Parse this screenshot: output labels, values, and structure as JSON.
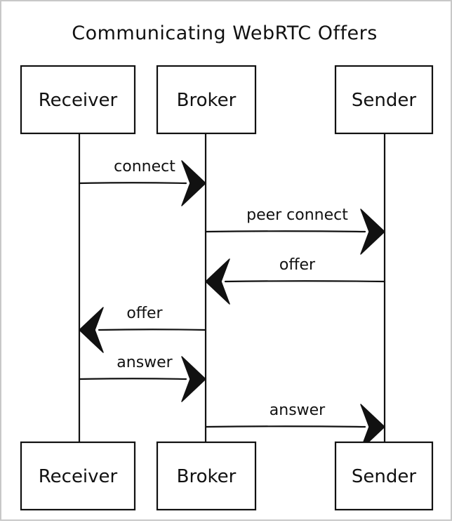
{
  "title": "Communicating WebRTC Offers",
  "actors": [
    {
      "id": "receiver",
      "label": "Receiver"
    },
    {
      "id": "broker",
      "label": "Broker"
    },
    {
      "id": "sender",
      "label": "Sender"
    }
  ],
  "messages": [
    {
      "from": "receiver",
      "to": "broker",
      "label": "connect"
    },
    {
      "from": "broker",
      "to": "sender",
      "label": "peer connect"
    },
    {
      "from": "sender",
      "to": "broker",
      "label": "offer"
    },
    {
      "from": "broker",
      "to": "receiver",
      "label": "offer"
    },
    {
      "from": "receiver",
      "to": "broker",
      "label": "answer"
    },
    {
      "from": "broker",
      "to": "sender",
      "label": "answer"
    }
  ],
  "colors": {
    "ink": "#111111",
    "frame": "#c8c8c8",
    "background": "#ffffff"
  }
}
